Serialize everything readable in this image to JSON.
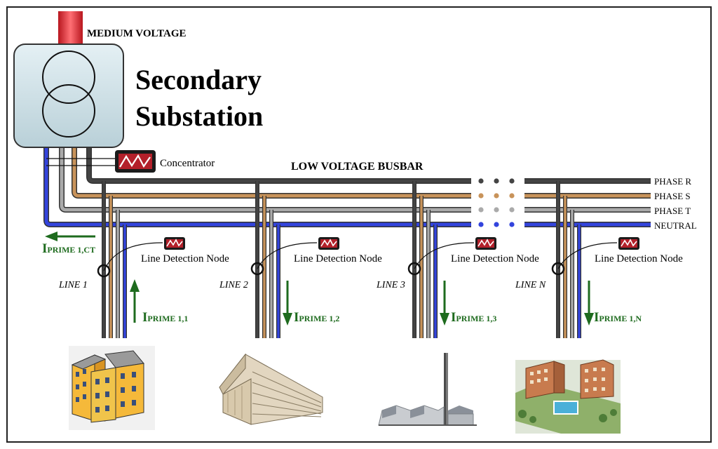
{
  "labels": {
    "medium_voltage": "MEDIUM VOLTAGE",
    "title_line1": "Secondary",
    "title_line2": "Substation",
    "concentrator": "Concentrator",
    "busbar": "LOW VOLTAGE BUSBAR"
  },
  "phases": [
    {
      "label": "PHASE R",
      "color": "#444444"
    },
    {
      "label": "PHASE S",
      "color": "#c8935a"
    },
    {
      "label": "PHASE T",
      "color": "#aaaaaa"
    },
    {
      "label": "NEUTRAL",
      "color": "#3344dd"
    }
  ],
  "current_ct": {
    "main": "I",
    "sub": "PRIME 1,CT",
    "direction": "left"
  },
  "lines": [
    {
      "name": "LINE 1",
      "node_label": "Line Detection Node",
      "current_main": "I",
      "current_sub": "PRIME 1,1",
      "direction": "up",
      "load": "residential building"
    },
    {
      "name": "LINE 2",
      "node_label": "Line Detection Node",
      "current_main": "I",
      "current_sub": "PRIME 1,2",
      "direction": "down",
      "load": "office building"
    },
    {
      "name": "LINE 3",
      "node_label": "Line Detection Node",
      "current_main": "I",
      "current_sub": "PRIME 1,3",
      "direction": "down",
      "load": "factory"
    },
    {
      "name": "LINE N",
      "node_label": "Line Detection Node",
      "current_main": "I",
      "current_sub": "PRIME 1,N",
      "direction": "down",
      "load": "residential complex"
    }
  ],
  "colors": {
    "arrow_green": "#1e6b1e",
    "medium_voltage_red": "#e0343a",
    "transformer_fill": "#cfe0e6",
    "frame": "#222222"
  }
}
